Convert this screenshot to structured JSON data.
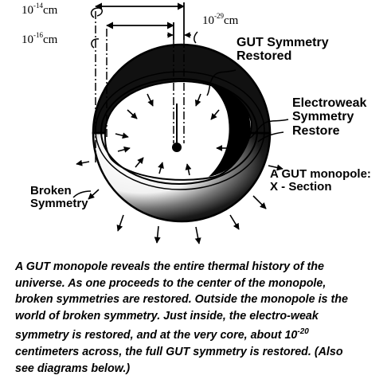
{
  "labels": {
    "gut_symmetry": [
      "GUT Symmetry",
      "Restored"
    ],
    "electroweak": [
      "Electroweak",
      "Symmetry",
      "Restore"
    ],
    "cross_section": [
      "A GUT monopole:",
      "X - Section"
    ],
    "broken": [
      "Broken",
      "Symmetry"
    ]
  },
  "scales": {
    "outer": {
      "base": "10",
      "exp": "-14",
      "unit": "cm"
    },
    "inner": {
      "base": "10",
      "exp": "-16",
      "unit": "cm"
    },
    "core": {
      "base": "10",
      "exp": "-29",
      "unit": "cm"
    }
  },
  "caption": {
    "line1": "A GUT monopole reveals the entire thermal history of the",
    "line2": "universe. As one proceeds to the center of the monopole,",
    "line3": "broken symmetries are restored. Outside the monopole is the",
    "line4": "world of broken symmetry. Just inside, the electro-weak",
    "line5_before": "symmetry is restored, and at the very core, about 10",
    "line5_exp": "-20",
    "line6": "centimeters across, the full GUT symmetry is restored. (Also",
    "line7": "see diagrams below.)"
  },
  "colors": {
    "ink": "#000000",
    "paper": "#ffffff"
  }
}
